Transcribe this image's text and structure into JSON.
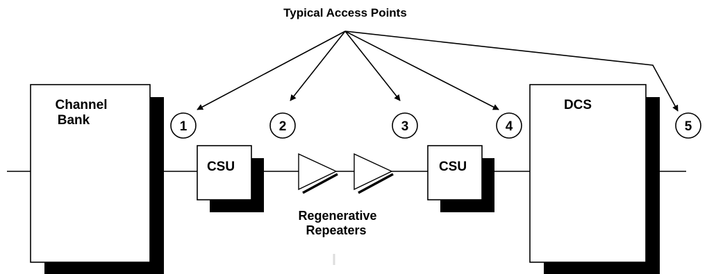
{
  "title": "Typical Access Points",
  "devices": {
    "channel_bank": {
      "line1": "Channel",
      "line2": "Bank"
    },
    "csu_left": "CSU",
    "csu_right": "CSU",
    "dcs": "DCS"
  },
  "repeaters": {
    "line1": "Regenerative",
    "line2": "Repeaters"
  },
  "access_points": [
    "1",
    "2",
    "3",
    "4",
    "5"
  ],
  "colors": {
    "line": "#000000",
    "fill": "#ffffff",
    "shadow": "#000000"
  }
}
